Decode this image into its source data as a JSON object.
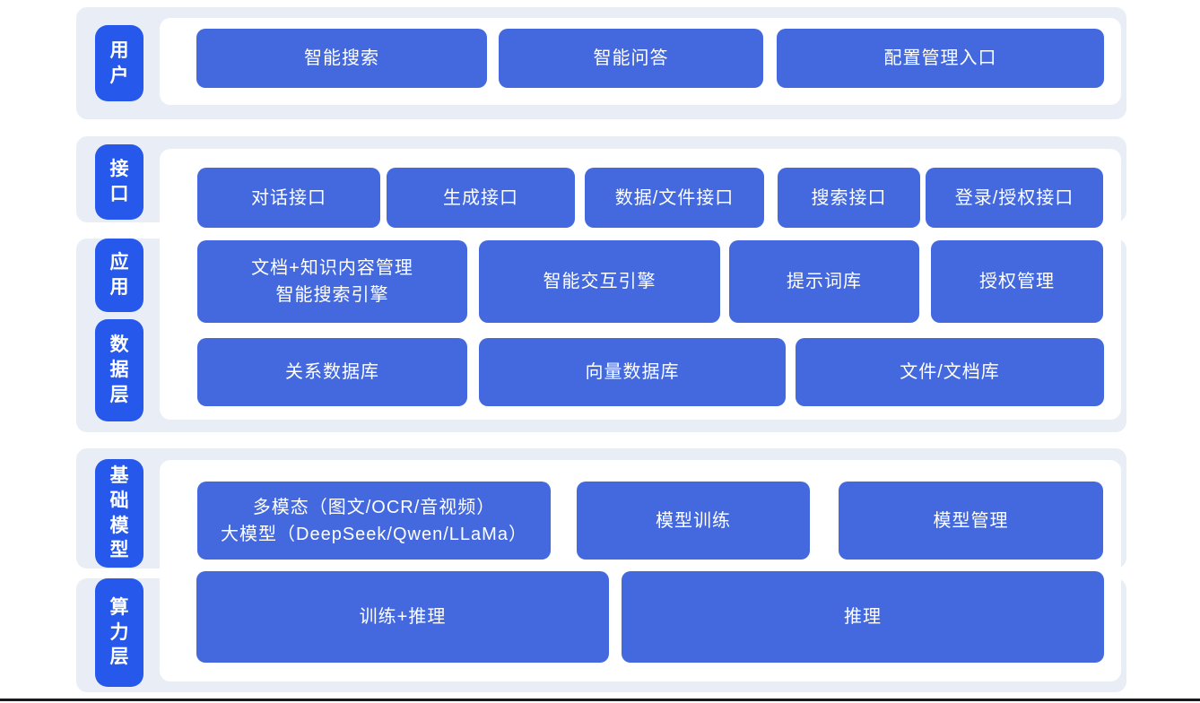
{
  "diagram": {
    "colors": {
      "band_bg": "#e9eef6",
      "panel_bg": "#ffffff",
      "layer_pill_blue": "#2558eb",
      "node_blue": "#4469de",
      "text_white": "#ffffff",
      "bottom_edge": "#171a20"
    },
    "layers": [
      {
        "key": "user",
        "label": "用户",
        "boxes": [
          {
            "label": "智能搜索"
          },
          {
            "label": "智能问答"
          },
          {
            "label": "配置管理入口"
          }
        ]
      },
      {
        "key": "interface",
        "label": "接口",
        "boxes": [
          {
            "label": "对话接口"
          },
          {
            "label": "生成接口"
          },
          {
            "label": "数据/文件接口"
          },
          {
            "label": "搜索接口"
          },
          {
            "label": "登录/授权接口"
          }
        ]
      },
      {
        "key": "application",
        "label": "应用",
        "boxes": [
          {
            "label": "文档+知识内容管理\n智能搜索引擎"
          },
          {
            "label": "智能交互引擎"
          },
          {
            "label": "提示词库"
          },
          {
            "label": "授权管理"
          }
        ]
      },
      {
        "key": "data-layer",
        "label": "数据层",
        "boxes": [
          {
            "label": "关系数据库"
          },
          {
            "label": "向量数据库"
          },
          {
            "label": "文件/文档库"
          }
        ]
      },
      {
        "key": "foundation-model",
        "label": "基础模型",
        "boxes": [
          {
            "label": "多模态（图文/OCR/音视频）\n大模型（DeepSeek/Qwen/LLaMa）"
          },
          {
            "label": "模型训练"
          },
          {
            "label": "模型管理"
          }
        ]
      },
      {
        "key": "compute-layer",
        "label": "算力层",
        "boxes": [
          {
            "label": "训练+推理"
          },
          {
            "label": "推理"
          }
        ]
      }
    ]
  }
}
